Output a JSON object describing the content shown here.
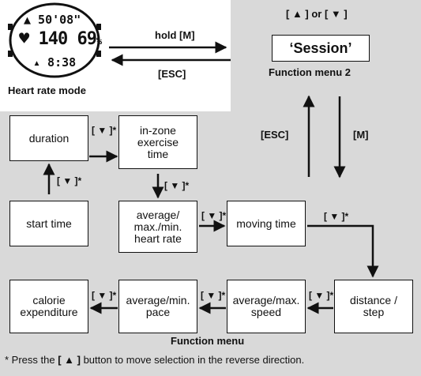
{
  "watch": {
    "line1": "▲ 50'08\"",
    "line2": "♥ 140 69",
    "line2_unit": "%",
    "line3": "▴ 8:38",
    "caption": "Heart rate mode"
  },
  "top": {
    "hold_m": "hold [M]",
    "esc": "[ESC]",
    "up_down": "[ ▲ ] or [ ▼ ]",
    "session": "‘Session’",
    "menu2": "Function menu 2"
  },
  "vertical": {
    "esc": "[ESC]",
    "m": "[M]"
  },
  "nodes": {
    "duration": "duration",
    "in_zone": "in-zone\nexercise\ntime",
    "start_time": "start time",
    "avg_hr": "average/\nmax./min.\nheart rate",
    "moving_time": "moving time",
    "distance": "distance /\nstep",
    "avg_speed": "average/max.\nspeed",
    "avg_pace": "average/min.\npace",
    "calorie": "calorie\nexpenditure"
  },
  "arrow_label": "[ ▼ ]*",
  "function_menu": "Function menu",
  "footnote": {
    "pre": "* Press the ",
    "key": "[ ▲ ]",
    "post": " button to move selection in the reverse direction."
  }
}
